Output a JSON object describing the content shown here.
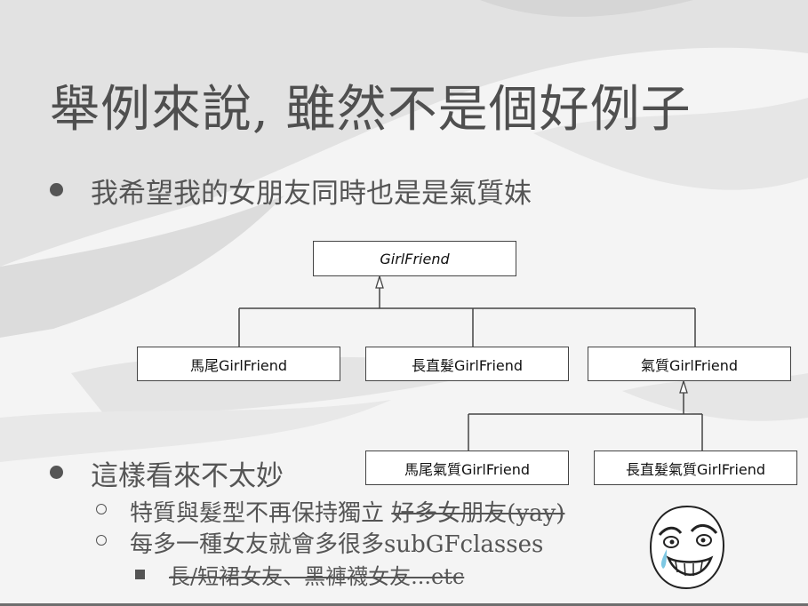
{
  "slide": {
    "title": "舉例來說, 雖然不是個好例子",
    "bullet1": "我希望我的女朋友同時也是是氣質妹",
    "bullet2": "這樣看來不太妙",
    "sub1": {
      "text": "特質與髮型不再保持獨立 ",
      "strike": "好多女朋友(yay)"
    },
    "sub2": "每多一種女友就會多很多subGFclasses",
    "sub3": {
      "strike": "長/短裙女友、黑褲襪女友...etc"
    }
  },
  "diagram": {
    "classes": {
      "root": "GirlFriend",
      "ponytail": "馬尾GirlFriend",
      "longhair": "長直髮GirlFriend",
      "elegant": "氣質GirlFriend",
      "ponytail_elegant": "馬尾氣質GirlFriend",
      "longhair_elegant": "長直髮氣質GirlFriend"
    }
  },
  "colors": {
    "text": "#4f4f4f",
    "box_border": "#444444",
    "line": "#444444"
  },
  "icons": {
    "face": "happy-tears-rage-face"
  }
}
